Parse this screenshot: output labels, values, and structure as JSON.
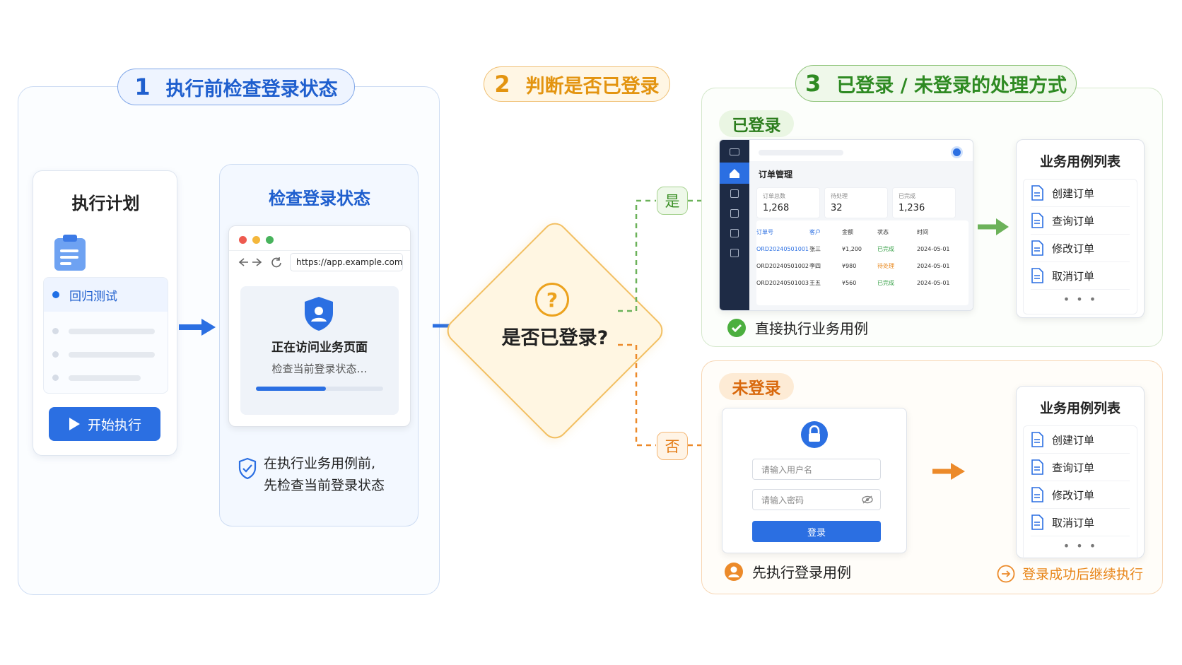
{
  "step1": {
    "num": "1",
    "title": "执行前检查登录状态"
  },
  "step2": {
    "num": "2",
    "title": "判断是否已登录"
  },
  "step3": {
    "num": "3",
    "title": "已登录 / 未登录的处理方式"
  },
  "plan": {
    "title": "执行计划",
    "selected_item": "回归测试",
    "start_button": "开始执行"
  },
  "check": {
    "title": "检查登录状态",
    "url": "https://app.example.com",
    "status_title": "正在访问业务页面",
    "status_sub": "检查当前登录状态…",
    "progress": 0.55,
    "note_line1": "在执行业务用例前,",
    "note_line2": "先检查当前登录状态"
  },
  "decision": {
    "question": "是否已登录?",
    "icon": "?",
    "yes": "是",
    "no": "否"
  },
  "logged_in": {
    "tag": "已登录",
    "dashboard": {
      "title": "订单管理",
      "stats": [
        {
          "label": "订单总数",
          "value": "1,268"
        },
        {
          "label": "待处理",
          "value": "32"
        },
        {
          "label": "已完成",
          "value": "1,236"
        }
      ],
      "headers": [
        "订单号",
        "客户",
        "金额",
        "状态",
        "时间"
      ],
      "rows": [
        [
          "ORD20240501001",
          "张三",
          "¥1,200",
          "已完成",
          "2024-05-01"
        ],
        [
          "ORD20240501002",
          "李四",
          "¥980",
          "待处理",
          "2024-05-01"
        ],
        [
          "ORD20240501003",
          "王五",
          "¥560",
          "已完成",
          "2024-05-01"
        ]
      ]
    },
    "usecases": {
      "title": "业务用例列表",
      "items": [
        "创建订单",
        "查询订单",
        "修改订单",
        "取消订单"
      ],
      "more": "• • •"
    },
    "caption": "直接执行业务用例"
  },
  "not_logged_in": {
    "tag": "未登录",
    "login": {
      "username_placeholder": "请输入用户名",
      "password_placeholder": "请输入密码",
      "button": "登录"
    },
    "usecases": {
      "title": "业务用例列表",
      "items": [
        "创建订单",
        "查询订单",
        "修改订单",
        "取消订单"
      ],
      "more": "• • •"
    },
    "caption": "先执行登录用例",
    "continue_caption": "登录成功后继续执行"
  },
  "colors": {
    "blue": "#2b6fe2",
    "orange": "#e8861a",
    "green": "#4f9f3a"
  }
}
